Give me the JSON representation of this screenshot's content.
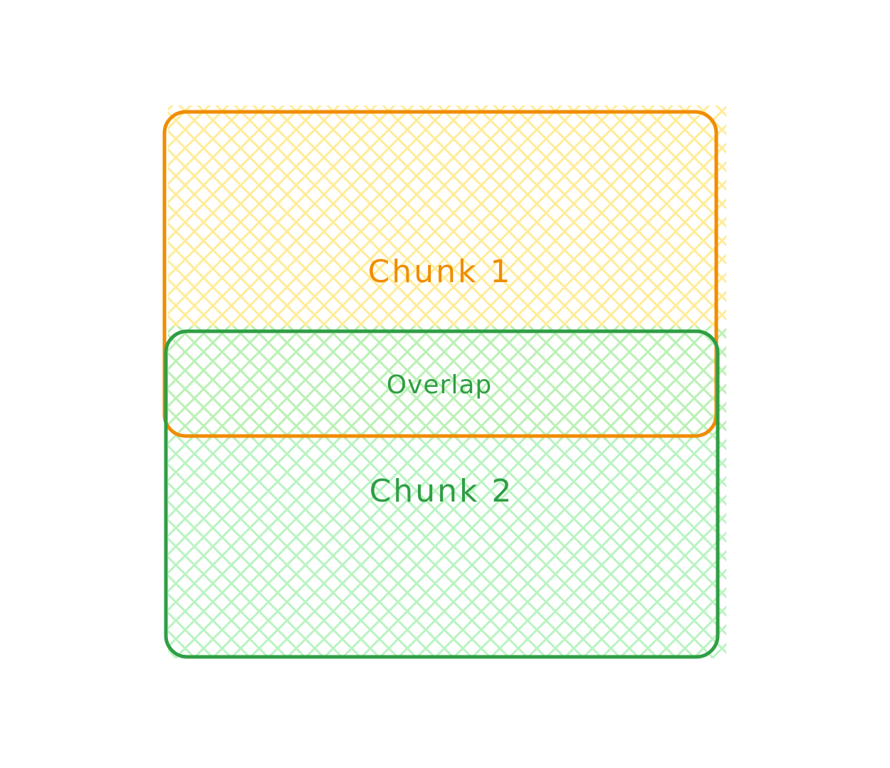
{
  "diagram": {
    "chunk1": {
      "label": "Chunk 1",
      "stroke_color": "#f08c00",
      "hatch_color": "#ffec99"
    },
    "chunk2": {
      "label": "Chunk 2",
      "stroke_color": "#2f9e44",
      "hatch_color": "#b2f2bb"
    },
    "overlap": {
      "label": "Overlap",
      "text_color": "#2f9e44"
    }
  }
}
